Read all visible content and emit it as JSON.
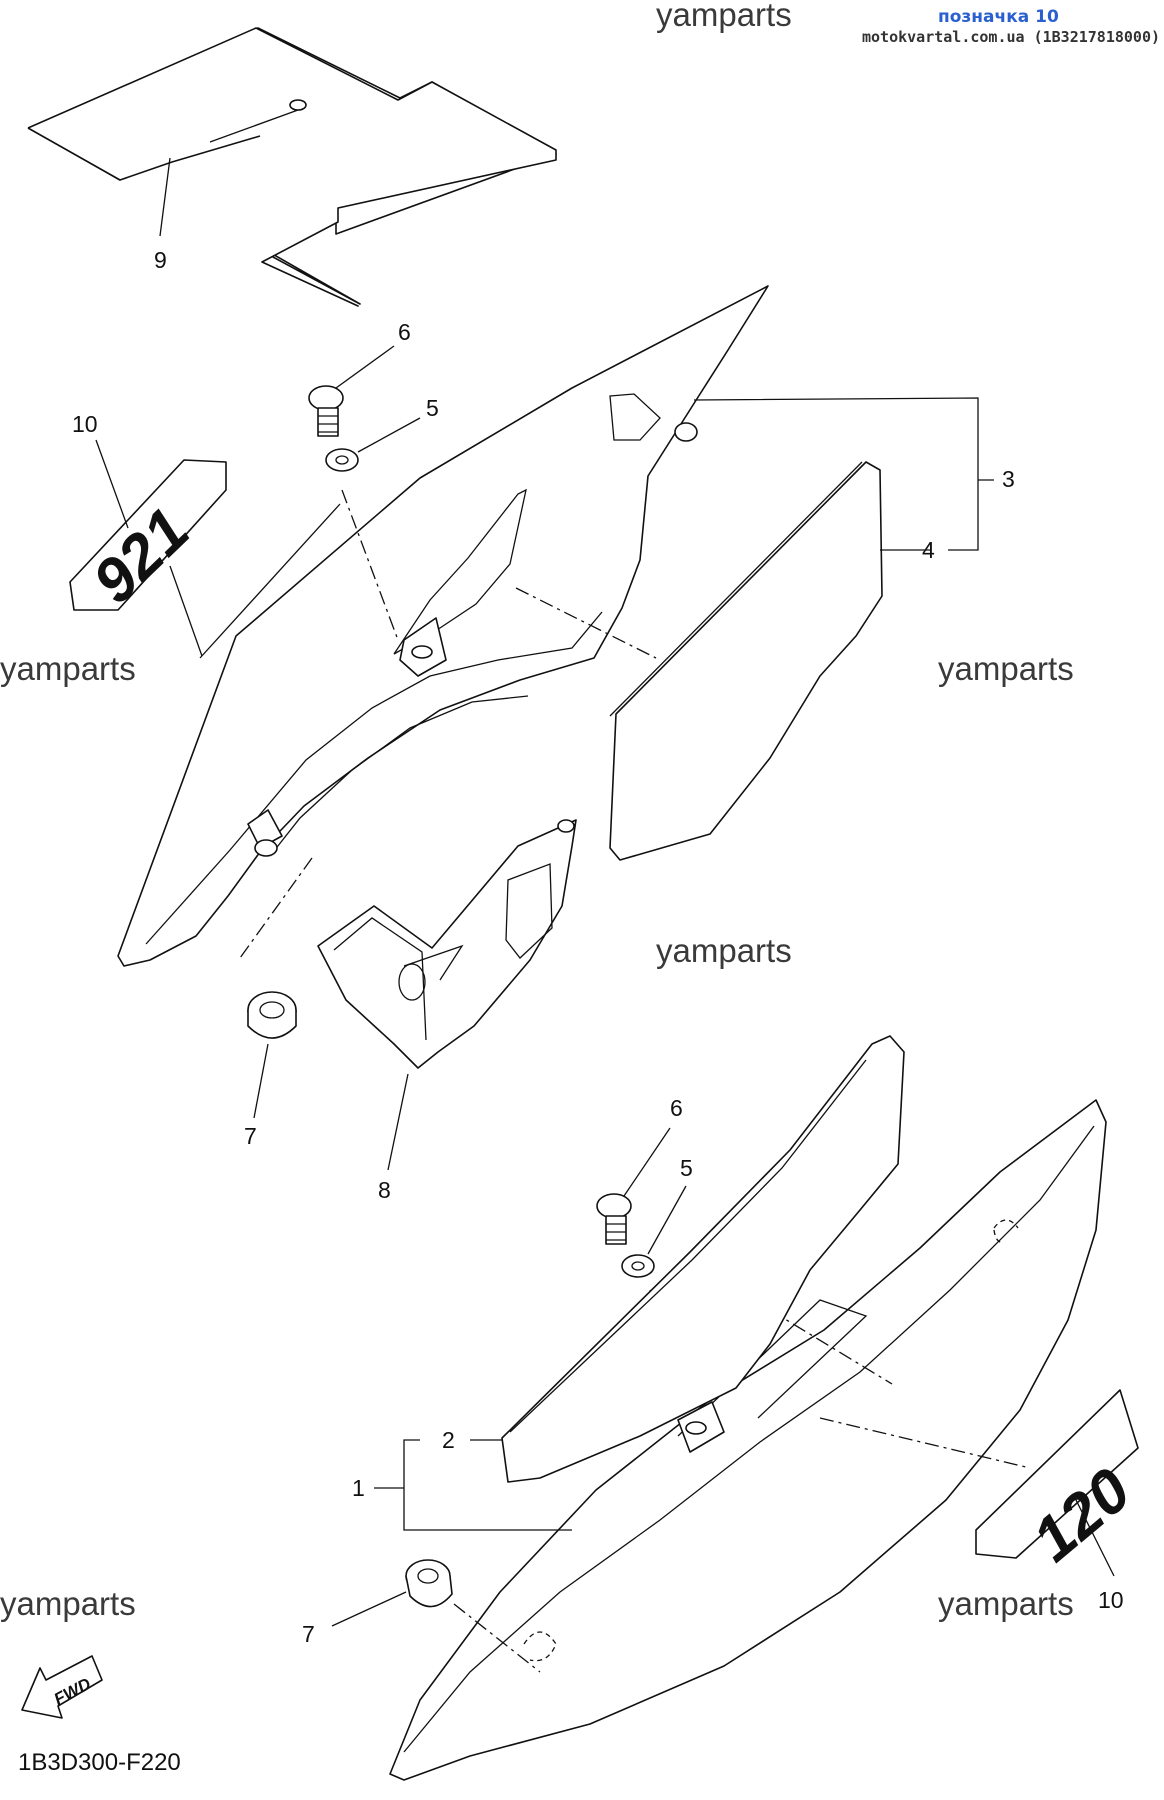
{
  "header": {
    "ref_label": "позначка 10",
    "site_code": "motokvartal.com.ua (1B3217818000)"
  },
  "watermarks": [
    "yamparts",
    "yamparts",
    "yamparts",
    "yamparts",
    "yamparts",
    "yamparts"
  ],
  "callouts": {
    "c1": "1",
    "c2": "2",
    "c3": "3",
    "c4": "4",
    "c5a": "5",
    "c5b": "5",
    "c6a": "6",
    "c6b": "6",
    "c7a": "7",
    "c7b": "7",
    "c8": "8",
    "c9": "9",
    "c10a": "10",
    "c10b": "10"
  },
  "fwd_label": "FWD",
  "diagram_code": "1B3D300-F220",
  "decals": {
    "left": "921",
    "right": "120"
  },
  "colors": {
    "ink": "#111111",
    "header_blue": "#2a5fd0"
  }
}
